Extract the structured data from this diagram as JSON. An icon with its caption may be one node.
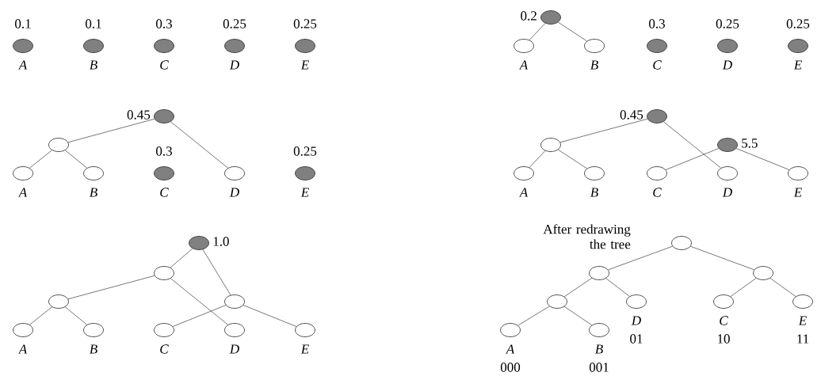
{
  "diagram": {
    "nodes": [
      {
        "text": [],
        "shape": "circle",
        "beside": [
          "0.1",
          "A"
        ]
      },
      {
        "text": [],
        "shape": "circle",
        "beside": [
          "0.1",
          "B"
        ]
      },
      {
        "text": [],
        "shape": "circle",
        "beside": [
          "0.3",
          "C"
        ]
      },
      {
        "text": [],
        "shape": "circle",
        "beside": [
          "0.25",
          "D"
        ]
      },
      {
        "text": [],
        "shape": "circle",
        "beside": [
          "0.25",
          "E"
        ]
      },
      {
        "text": [],
        "shape": "circle",
        "beside": [
          "0.2"
        ]
      },
      {
        "text": [],
        "shape": "circle",
        "beside": [
          "A"
        ]
      },
      {
        "text": [],
        "shape": "circle",
        "beside": [
          "B"
        ]
      },
      {
        "text": [],
        "shape": "circle",
        "beside": [
          "0.3",
          "C"
        ]
      },
      {
        "text": [],
        "shape": "circle",
        "beside": [
          "0.25",
          "D"
        ]
      },
      {
        "text": [],
        "shape": "circle",
        "beside": [
          "0.25",
          "E"
        ]
      },
      {
        "text": [],
        "shape": "circle",
        "beside": [
          "0.45"
        ]
      },
      {
        "text": [],
        "shape": "circle"
      },
      {
        "text": [],
        "shape": "circle",
        "beside": [
          "A"
        ]
      },
      {
        "text": [],
        "shape": "circle",
        "beside": [
          "B"
        ]
      },
      {
        "text": [],
        "shape": "circle",
        "beside": [
          "0.3",
          "C"
        ]
      },
      {
        "text": [],
        "shape": "circle",
        "beside": [
          "D"
        ]
      },
      {
        "text": [],
        "shape": "circle",
        "beside": [
          "0.25",
          "E"
        ]
      },
      {
        "text": [],
        "shape": "circle",
        "beside": [
          "0.45"
        ]
      },
      {
        "text": [],
        "shape": "circle"
      },
      {
        "text": [],
        "shape": "circle",
        "beside": [
          "5.5"
        ]
      },
      {
        "text": [],
        "shape": "circle",
        "beside": [
          "A"
        ]
      },
      {
        "text": [],
        "shape": "circle",
        "beside": [
          "B"
        ]
      },
      {
        "text": [],
        "shape": "circle",
        "beside": [
          "C"
        ]
      },
      {
        "text": [],
        "shape": "circle",
        "beside": [
          "D"
        ]
      },
      {
        "text": [],
        "shape": "circle",
        "beside": [
          "E"
        ]
      },
      {
        "text": [],
        "shape": "circle",
        "beside": [
          "1.0"
        ]
      },
      {
        "text": [],
        "shape": "circle"
      },
      {
        "text": [],
        "shape": "circle"
      },
      {
        "text": [],
        "shape": "circle"
      },
      {
        "text": [],
        "shape": "circle",
        "beside": [
          "A"
        ]
      },
      {
        "text": [],
        "shape": "circle",
        "beside": [
          "B"
        ]
      },
      {
        "text": [],
        "shape": "circle",
        "beside": [
          "C"
        ]
      },
      {
        "text": [],
        "shape": "circle",
        "beside": [
          "D"
        ]
      },
      {
        "text": [],
        "shape": "circle",
        "beside": [
          "E"
        ]
      },
      {
        "text": [],
        "shape": "circle"
      },
      {
        "text": [],
        "shape": "circle"
      },
      {
        "text": [],
        "shape": "circle"
      },
      {
        "text": [],
        "shape": "circle"
      },
      {
        "text": [],
        "shape": "circle",
        "beside": [
          "D",
          "01"
        ]
      },
      {
        "text": [],
        "shape": "circle",
        "beside": [
          "C",
          "10"
        ]
      },
      {
        "text": [],
        "shape": "circle",
        "beside": [
          "E",
          "11"
        ]
      },
      {
        "text": [],
        "shape": "circle",
        "beside": [
          "A",
          "000"
        ]
      },
      {
        "text": [],
        "shape": "circle",
        "beside": [
          "B",
          "001"
        ]
      }
    ],
    "edges": [
      {
        "from": 5,
        "to": 6,
        "arrow": "none"
      },
      {
        "from": 5,
        "to": 7,
        "arrow": "none"
      },
      {
        "from": 11,
        "to": 12,
        "arrow": "none"
      },
      {
        "from": 11,
        "to": 16,
        "arrow": "none"
      },
      {
        "from": 12,
        "to": 13,
        "arrow": "none"
      },
      {
        "from": 12,
        "to": 14,
        "arrow": "none"
      },
      {
        "from": 18,
        "to": 19,
        "arrow": "none"
      },
      {
        "from": 18,
        "to": 24,
        "arrow": "none"
      },
      {
        "from": 20,
        "to": 23,
        "arrow": "none"
      },
      {
        "from": 20,
        "to": 25,
        "arrow": "none"
      },
      {
        "from": 19,
        "to": 21,
        "arrow": "none"
      },
      {
        "from": 19,
        "to": 22,
        "arrow": "none"
      },
      {
        "from": 26,
        "to": 27,
        "arrow": "none"
      },
      {
        "from": 26,
        "to": 29,
        "arrow": "none"
      },
      {
        "from": 27,
        "to": 28,
        "arrow": "none"
      },
      {
        "from": 27,
        "to": 33,
        "arrow": "none"
      },
      {
        "from": 28,
        "to": 30,
        "arrow": "none"
      },
      {
        "from": 28,
        "to": 31,
        "arrow": "none"
      },
      {
        "from": 29,
        "to": 32,
        "arrow": "none"
      },
      {
        "from": 29,
        "to": 34,
        "arrow": "none"
      },
      {
        "from": 35,
        "to": 36,
        "arrow": "none"
      },
      {
        "from": 35,
        "to": 37,
        "arrow": "none"
      },
      {
        "from": 36,
        "to": 38,
        "arrow": "none"
      },
      {
        "from": 36,
        "to": 39,
        "arrow": "none"
      },
      {
        "from": 37,
        "to": 40,
        "arrow": "none"
      },
      {
        "from": 37,
        "to": 41,
        "arrow": "none"
      },
      {
        "from": 38,
        "to": 42,
        "arrow": "none"
      },
      {
        "from": 38,
        "to": 43,
        "arrow": "none"
      }
    ],
    "labels": [
      "After redrawing the tree"
    ]
  }
}
